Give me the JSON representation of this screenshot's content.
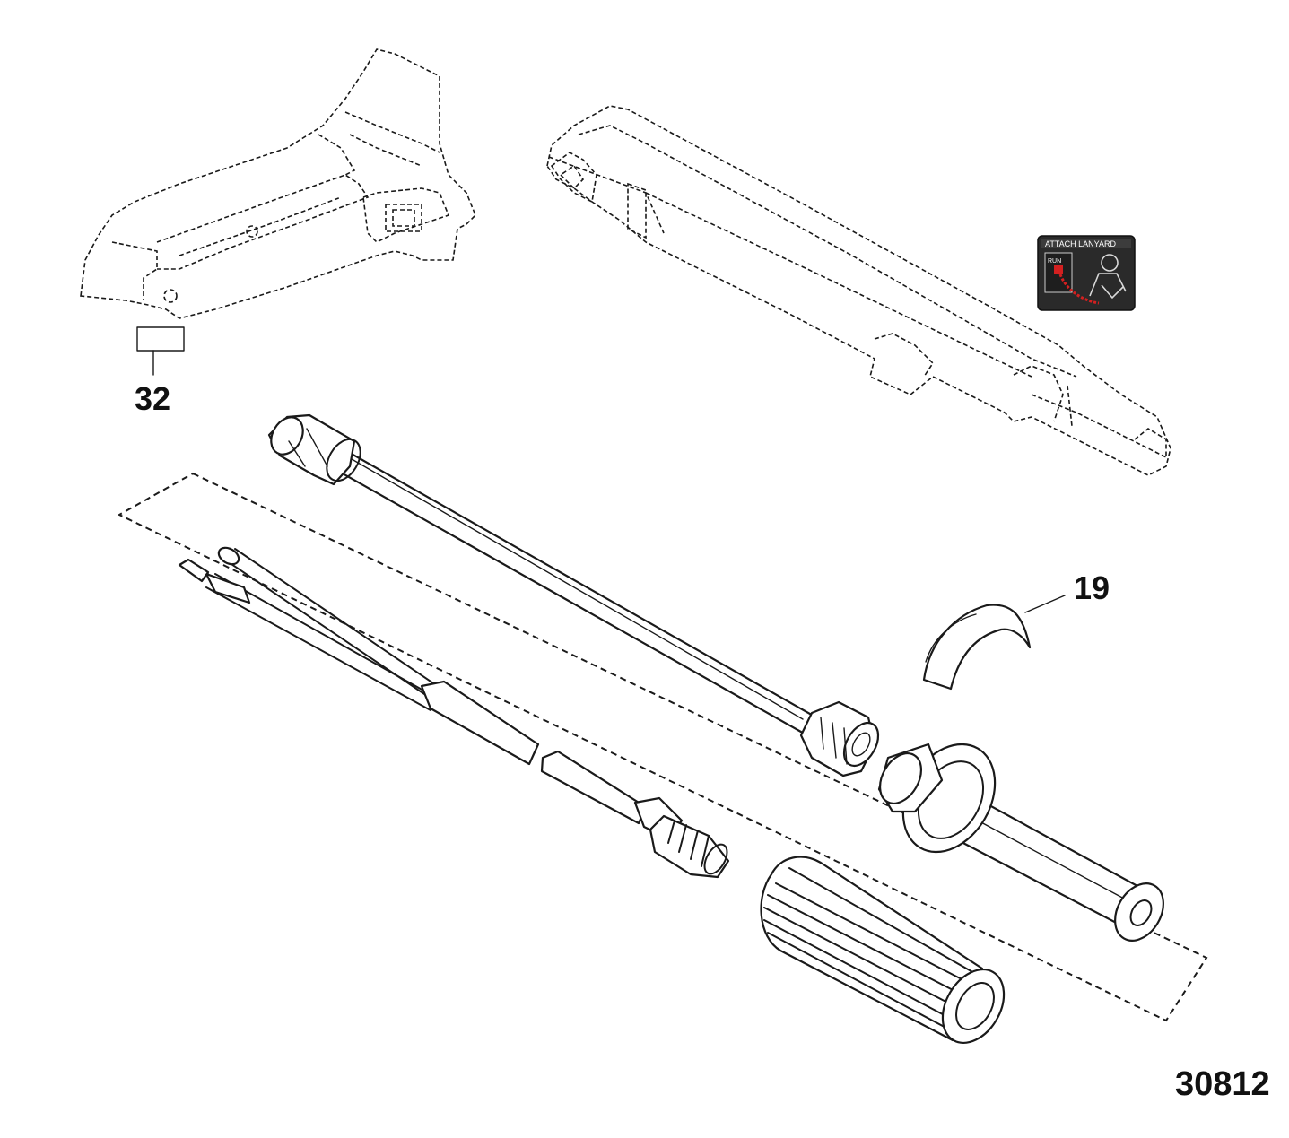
{
  "callouts": {
    "part_32": "32",
    "part_19": "19"
  },
  "decal": {
    "header": "ATTACH LANYARD",
    "switch": "RUN"
  },
  "figure_number": "30812",
  "colors": {
    "line": "#1a1a1a",
    "background": "#ffffff",
    "decal_bg": "#2a2a2a",
    "decal_accent": "#d32020"
  }
}
